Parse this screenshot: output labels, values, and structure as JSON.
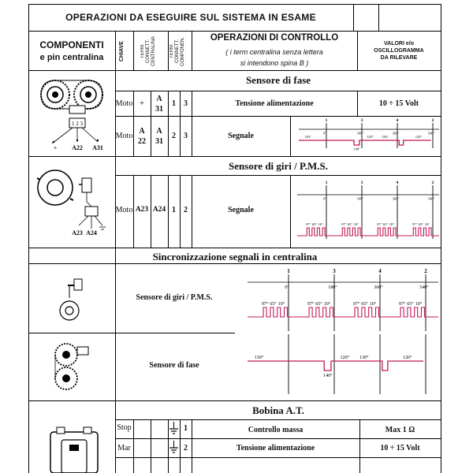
{
  "header": {
    "title": "OPERAZIONI DA ESEGUIRE SUL SISTEMA IN ESAME",
    "componenti_1": "COMPONENTI",
    "componenti_2": "e pin centralina",
    "chiave": "CHIAVE",
    "term_centralina": "TERM.\nCONNETT.\nCENTRALINA",
    "term_componente": "TERM.\nCONNETT.\nCOMPONEN.",
    "operazioni": "OPERAZIONI DI CONTROLLO",
    "note_1": "( i term centralina senza lettera",
    "note_2": "si intendono spina B )",
    "valori_1": "VALORI e/o",
    "valori_2": "OSCILLOGRAMMA",
    "valori_3": "DA RILEVARE"
  },
  "sections": {
    "fase_title": "Sensore di fase",
    "giri_title": "Sensore di giri / P.M.S.",
    "sync_title": "Sincronizzazione segnali in centralina",
    "sync_giri_label": "Sensore di giri / P.M.S.",
    "sync_fase_label": "Sensore di fase",
    "bobina_title": "Bobina A.T."
  },
  "rows": {
    "fase1": {
      "chiave": "Moto",
      "plus": "+",
      "tc_a": "A",
      "tc_b": "31",
      "tc2": "1",
      "tcomp": "3",
      "op": "Tensione alimentazione",
      "val": "10 ÷ 15 Volt"
    },
    "fase2": {
      "chiave": "Moto",
      "tc1_a": "A",
      "tc1_b": "22",
      "tc_a": "A",
      "tc_b": "31",
      "tc2": "2",
      "tcomp": "3",
      "op": "Segnale"
    },
    "giri1": {
      "chiave": "Moto",
      "tc1": "A23",
      "tc2": "A24",
      "tc3": "1",
      "tcomp": "2",
      "op": "Segnale"
    },
    "bob1": {
      "chiave": "Stop",
      "tcomp": "1",
      "op": "Controllo massa",
      "val": "Max 1 Ω"
    },
    "bob2": {
      "chiave": "Mar",
      "tcomp": "2",
      "op": "Tensione alimentazione",
      "val": "10 ÷ 15 Volt"
    }
  },
  "pins": {
    "fase_plus": "+",
    "fase_a22": "A22",
    "fase_a31": "A31",
    "giri_a23": "A23",
    "giri_a24": "A24",
    "conn_123": "1 2 3"
  },
  "waves": {
    "marks": [
      "1",
      "3",
      "4",
      "2"
    ],
    "degs": [
      "0°",
      "180°",
      "360°",
      "540°"
    ],
    "fase_widths": [
      "130°",
      "120°",
      "130°",
      "120°"
    ],
    "fase_gap": "140°",
    "giri_labels": [
      "97°",
      "65°",
      "10°"
    ]
  },
  "colors": {
    "signal": "#c2185b",
    "line": "#000000"
  }
}
